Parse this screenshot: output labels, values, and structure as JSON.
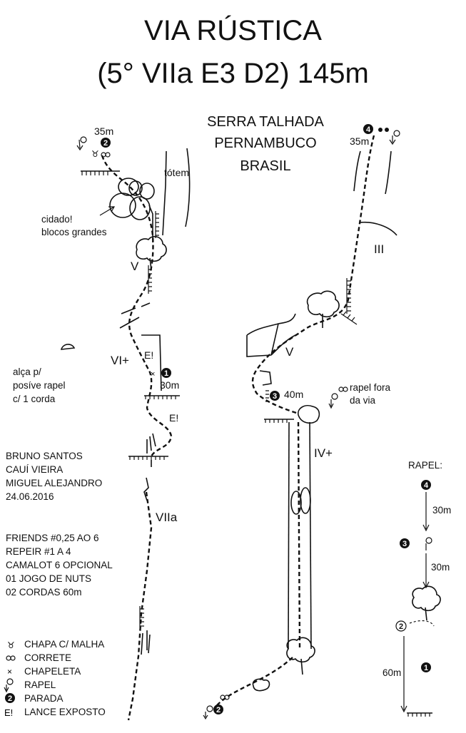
{
  "title": {
    "line1": "VIA RÚSTICA",
    "line2": "(5° VIIa E3 D2) 145m"
  },
  "location": {
    "line1": "SERRA TALHADA",
    "line2": "PERNAMBUCO",
    "line3": "BRASIL"
  },
  "left_route": {
    "anchor_top_length": "35m",
    "anchor_top_number": "2",
    "totem_label": "tótem",
    "boulders_note_line1": "cidado!",
    "boulders_note_line2": "blocos grandes",
    "grade_V": "V",
    "grade_VIplus": "VI+",
    "exposed_1": "E!",
    "exposed_2": "E!",
    "anchor_mid_number": "1",
    "anchor_mid_length": "30m",
    "grade_VIIa": "VIIa",
    "rappel_note_line1": "alça p/",
    "rappel_note_line2": "posíve rapel",
    "rappel_note_line3": "c/ 1 corda"
  },
  "right_route": {
    "anchor_top_number": "4",
    "anchor_top_length": "35m",
    "grade_III": "III",
    "grade_V": "V",
    "anchor_mid_number": "3",
    "anchor_mid_length": "40m",
    "rappel_off_line1": "rapel fora",
    "rappel_off_line2": "da via",
    "grade_IVplus": "IV+",
    "start_number": "2"
  },
  "credits": {
    "line1": "BRUNO SANTOS",
    "line2": "CAUÍ VIEIRA",
    "line3": "MIGUEL ALEJANDRO",
    "line4": "24.06.2016"
  },
  "gear": {
    "line1": "FRIENDS #0,25 AO 6",
    "line2": "REPEIR #1 A 4",
    "line3": "CAMALOT 6 OPCIONAL",
    "line4": "01 JOGO DE NUTS",
    "line5": "02 CORDAS 60m"
  },
  "legend": {
    "items": [
      {
        "icon": "bolt-hanger-icon",
        "label": "CHAPA C/ MALHA"
      },
      {
        "icon": "chain-icon",
        "label": "CORRETE"
      },
      {
        "icon": "cross-icon",
        "label": "CHAPELETA"
      },
      {
        "icon": "rappel-icon",
        "label": "RAPEL"
      },
      {
        "icon": "belay-number-icon",
        "label": "PARADA",
        "symbol": "2"
      },
      {
        "icon": "exposed-icon",
        "label": "LANCE EXPOSTO",
        "symbol": "E!"
      }
    ]
  },
  "rappel_diagram": {
    "title": "RAPEL:",
    "station_4": "4",
    "length_1": "30m",
    "station_3": "3",
    "length_2": "30m",
    "station_2": "2",
    "station_1": "1",
    "length_3": "60m"
  }
}
